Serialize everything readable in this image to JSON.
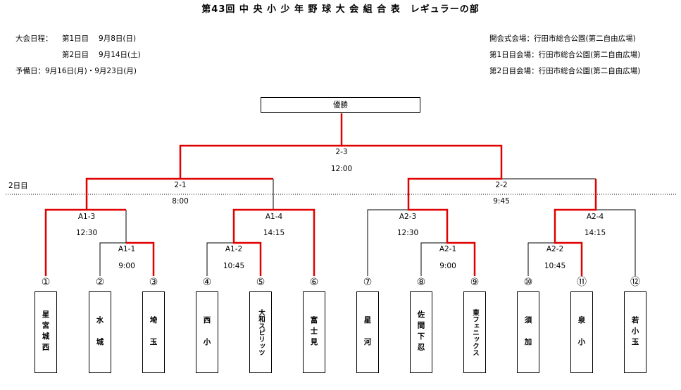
{
  "title": "第43回 中 央 小 少 年 野 球 大 会 組 合 表　レギュラーの部",
  "schedule": {
    "label": "大会日程：",
    "day1": "第1日目　 9月8日(日)",
    "day2": "第2日目　 9月14日(土)",
    "reserve": "予備日：9月16日(月)・9月23日(月)"
  },
  "venues": {
    "opening": "開会式会場：行田市総合公園(第二自由広場)",
    "day1": "第1日目会場：行田市総合公園(第二自由広場)",
    "day2": "第2日目会場：行田市総合公園(第二自由広場)"
  },
  "day_marker": "2日目",
  "champion_label": "優勝",
  "matches": {
    "final": {
      "code": "2-3",
      "time": "12:00"
    },
    "semi_left": {
      "code": "2-1",
      "time": "8:00"
    },
    "semi_right": {
      "code": "2-2",
      "time": "9:45"
    },
    "a13": {
      "code": "A1-3",
      "time": "12:30"
    },
    "a14": {
      "code": "A1-4",
      "time": "14:15"
    },
    "a23": {
      "code": "A2-3",
      "time": "12:30"
    },
    "a24": {
      "code": "A2-4",
      "time": "14:15"
    },
    "a11": {
      "code": "A1-1",
      "time": "9:00"
    },
    "a12": {
      "code": "A1-2",
      "time": "10:45"
    },
    "a21": {
      "code": "A2-1",
      "time": "9:00"
    },
    "a22": {
      "code": "A2-2",
      "time": "10:45"
    }
  },
  "teams": [
    {
      "num": "①",
      "name": "星宮城西"
    },
    {
      "num": "②",
      "name": "水　城"
    },
    {
      "num": "③",
      "name": "埼　玉"
    },
    {
      "num": "④",
      "name": "西　小"
    },
    {
      "num": "⑤",
      "name": "大和スピリッツ"
    },
    {
      "num": "⑥",
      "name": "富士見"
    },
    {
      "num": "⑦",
      "name": "星　河"
    },
    {
      "num": "⑧",
      "name": "佐間下忍"
    },
    {
      "num": "⑨",
      "name": "東フェニックス"
    },
    {
      "num": "⑩",
      "name": "須　加"
    },
    {
      "num": "⑪",
      "name": "泉　小"
    },
    {
      "num": "⑫",
      "name": "若小玉"
    }
  ],
  "colors": {
    "winner_line": "#e00000",
    "line": "#000000"
  }
}
